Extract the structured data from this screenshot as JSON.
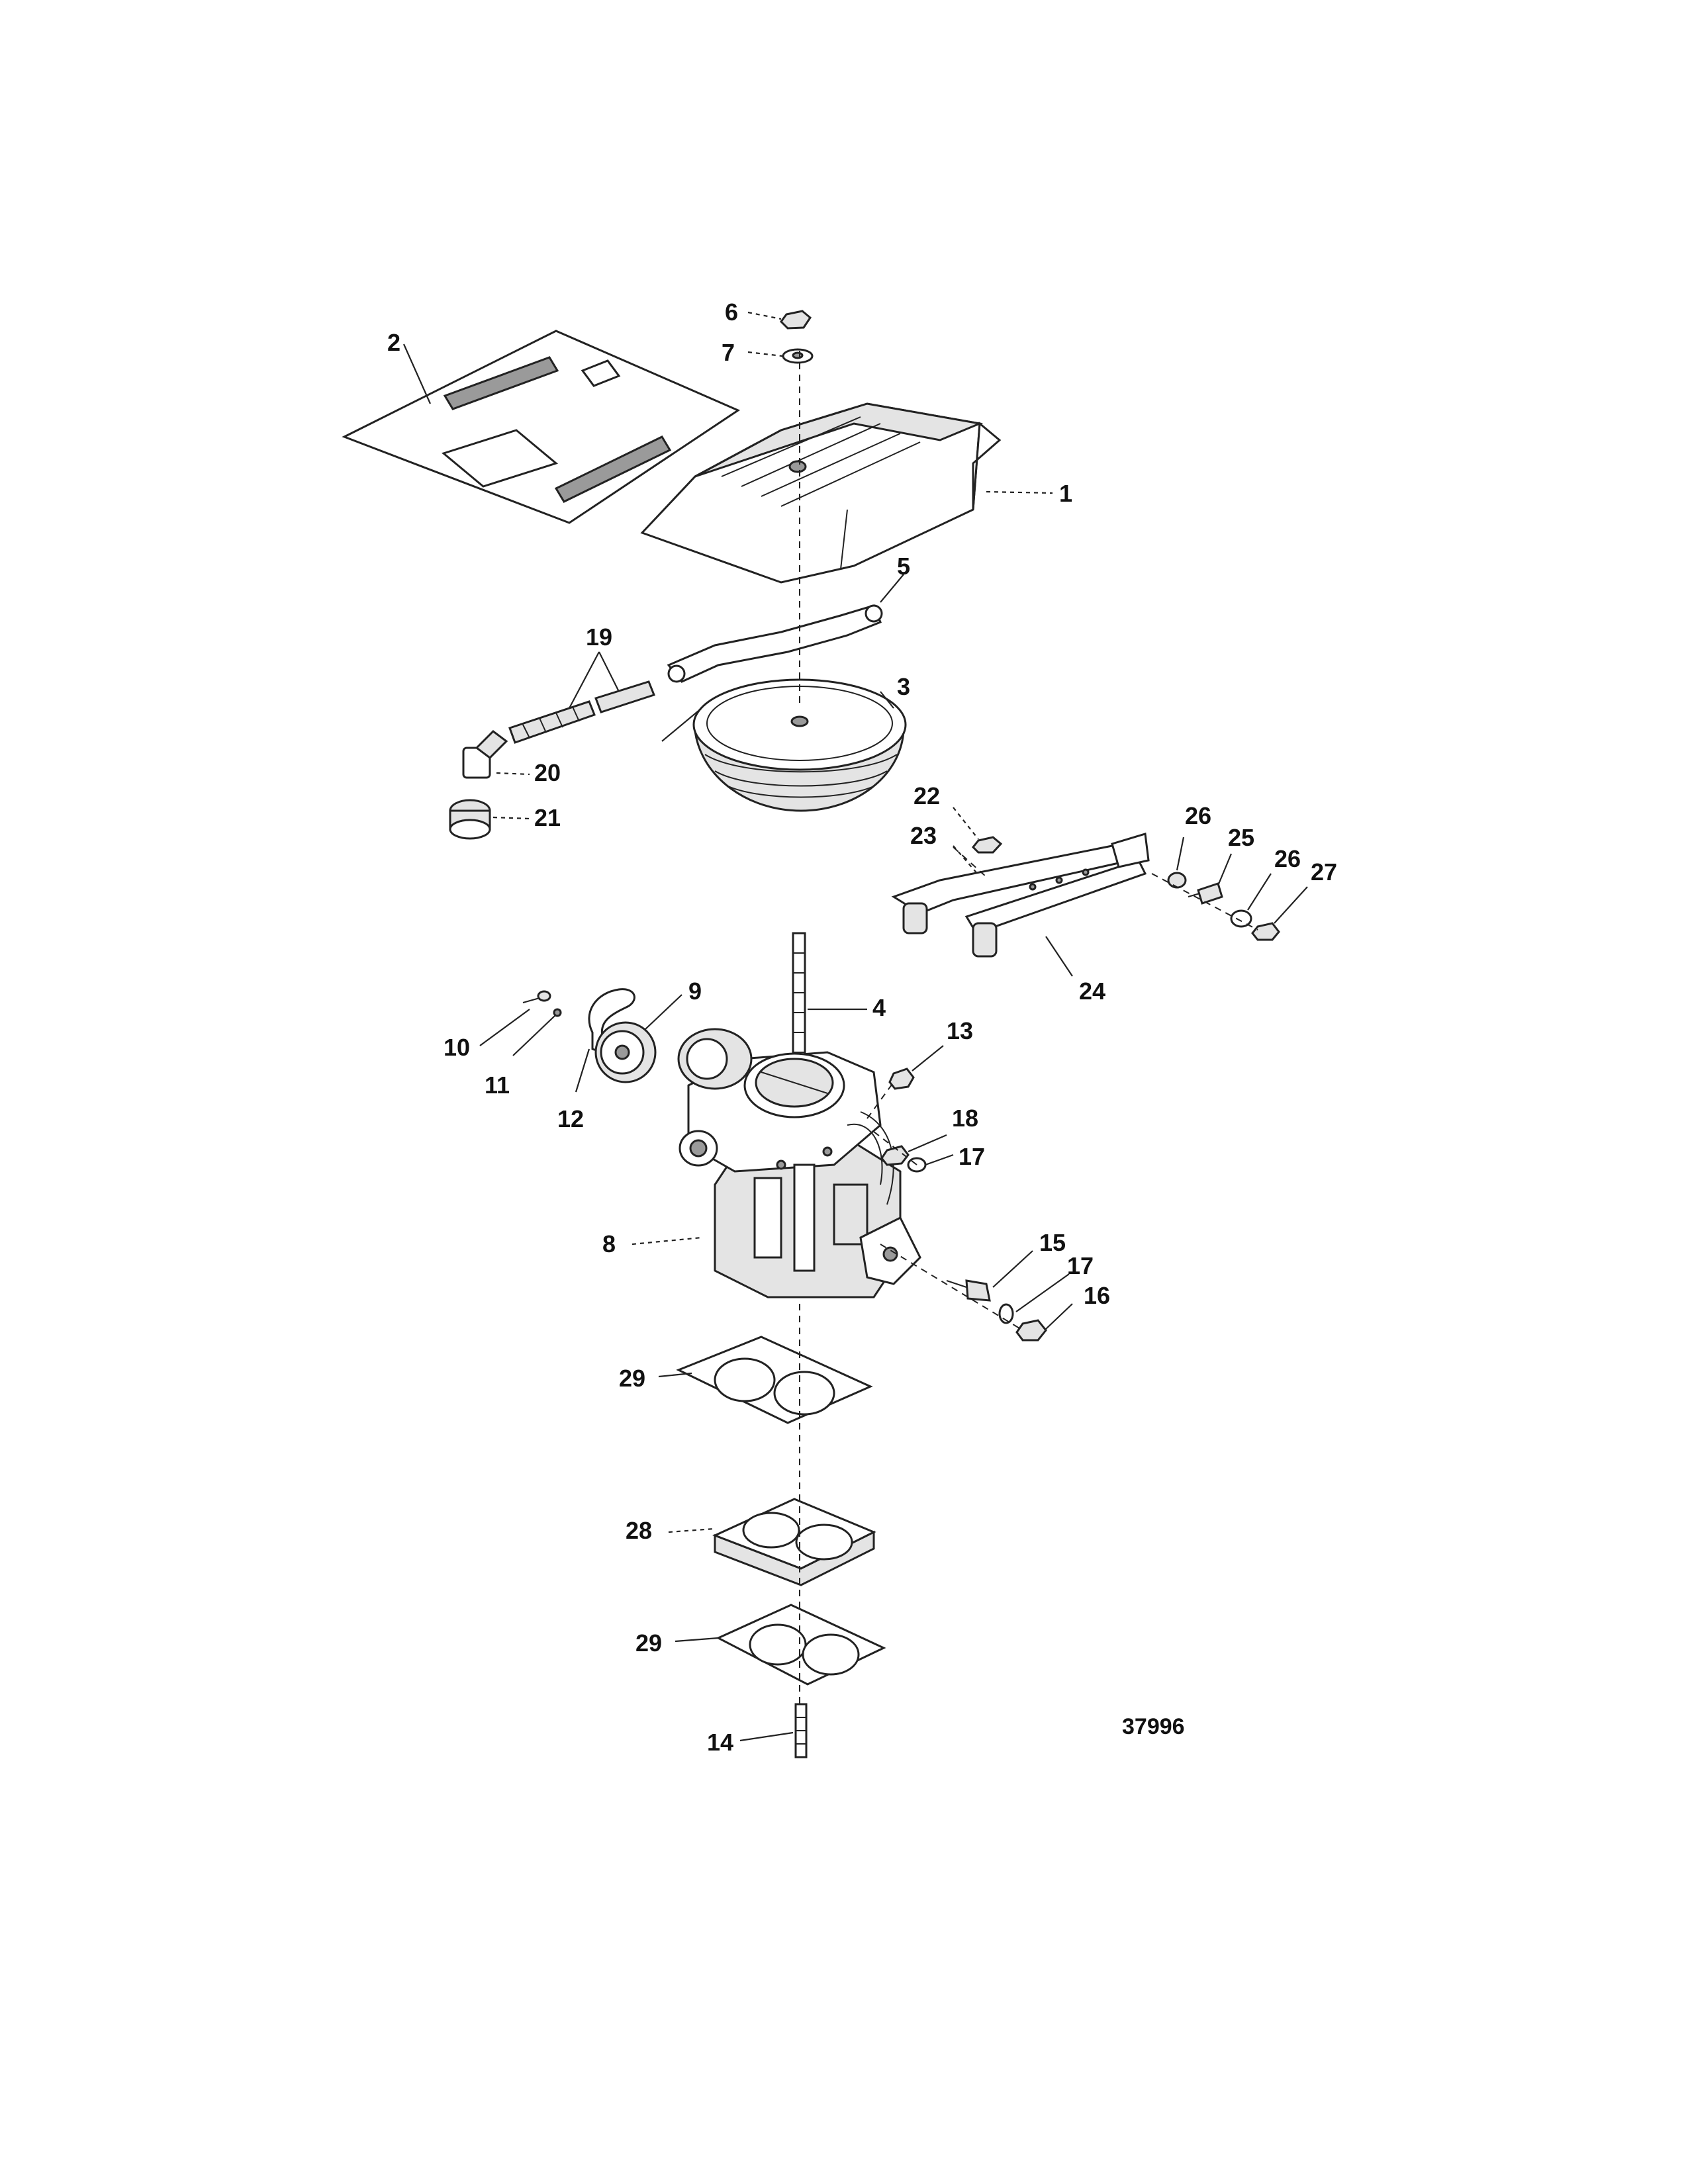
{
  "figure_id": "37996",
  "callouts": {
    "c1": "1",
    "c2": "2",
    "c3": "3",
    "c4": "4",
    "c5": "5",
    "c6": "6",
    "c7": "7",
    "c8": "8",
    "c9": "9",
    "c10": "10",
    "c11": "11",
    "c12": "12",
    "c13": "13",
    "c14": "14",
    "c15": "15",
    "c16": "16",
    "c17a": "17",
    "c17b": "17",
    "c18": "18",
    "c19": "19",
    "c20": "20",
    "c21": "21",
    "c22": "22",
    "c23": "23",
    "c24": "24",
    "c25": "25",
    "c26a": "26",
    "c26b": "26",
    "c27": "27",
    "c28": "28",
    "c29a": "29",
    "c29b": "29"
  }
}
